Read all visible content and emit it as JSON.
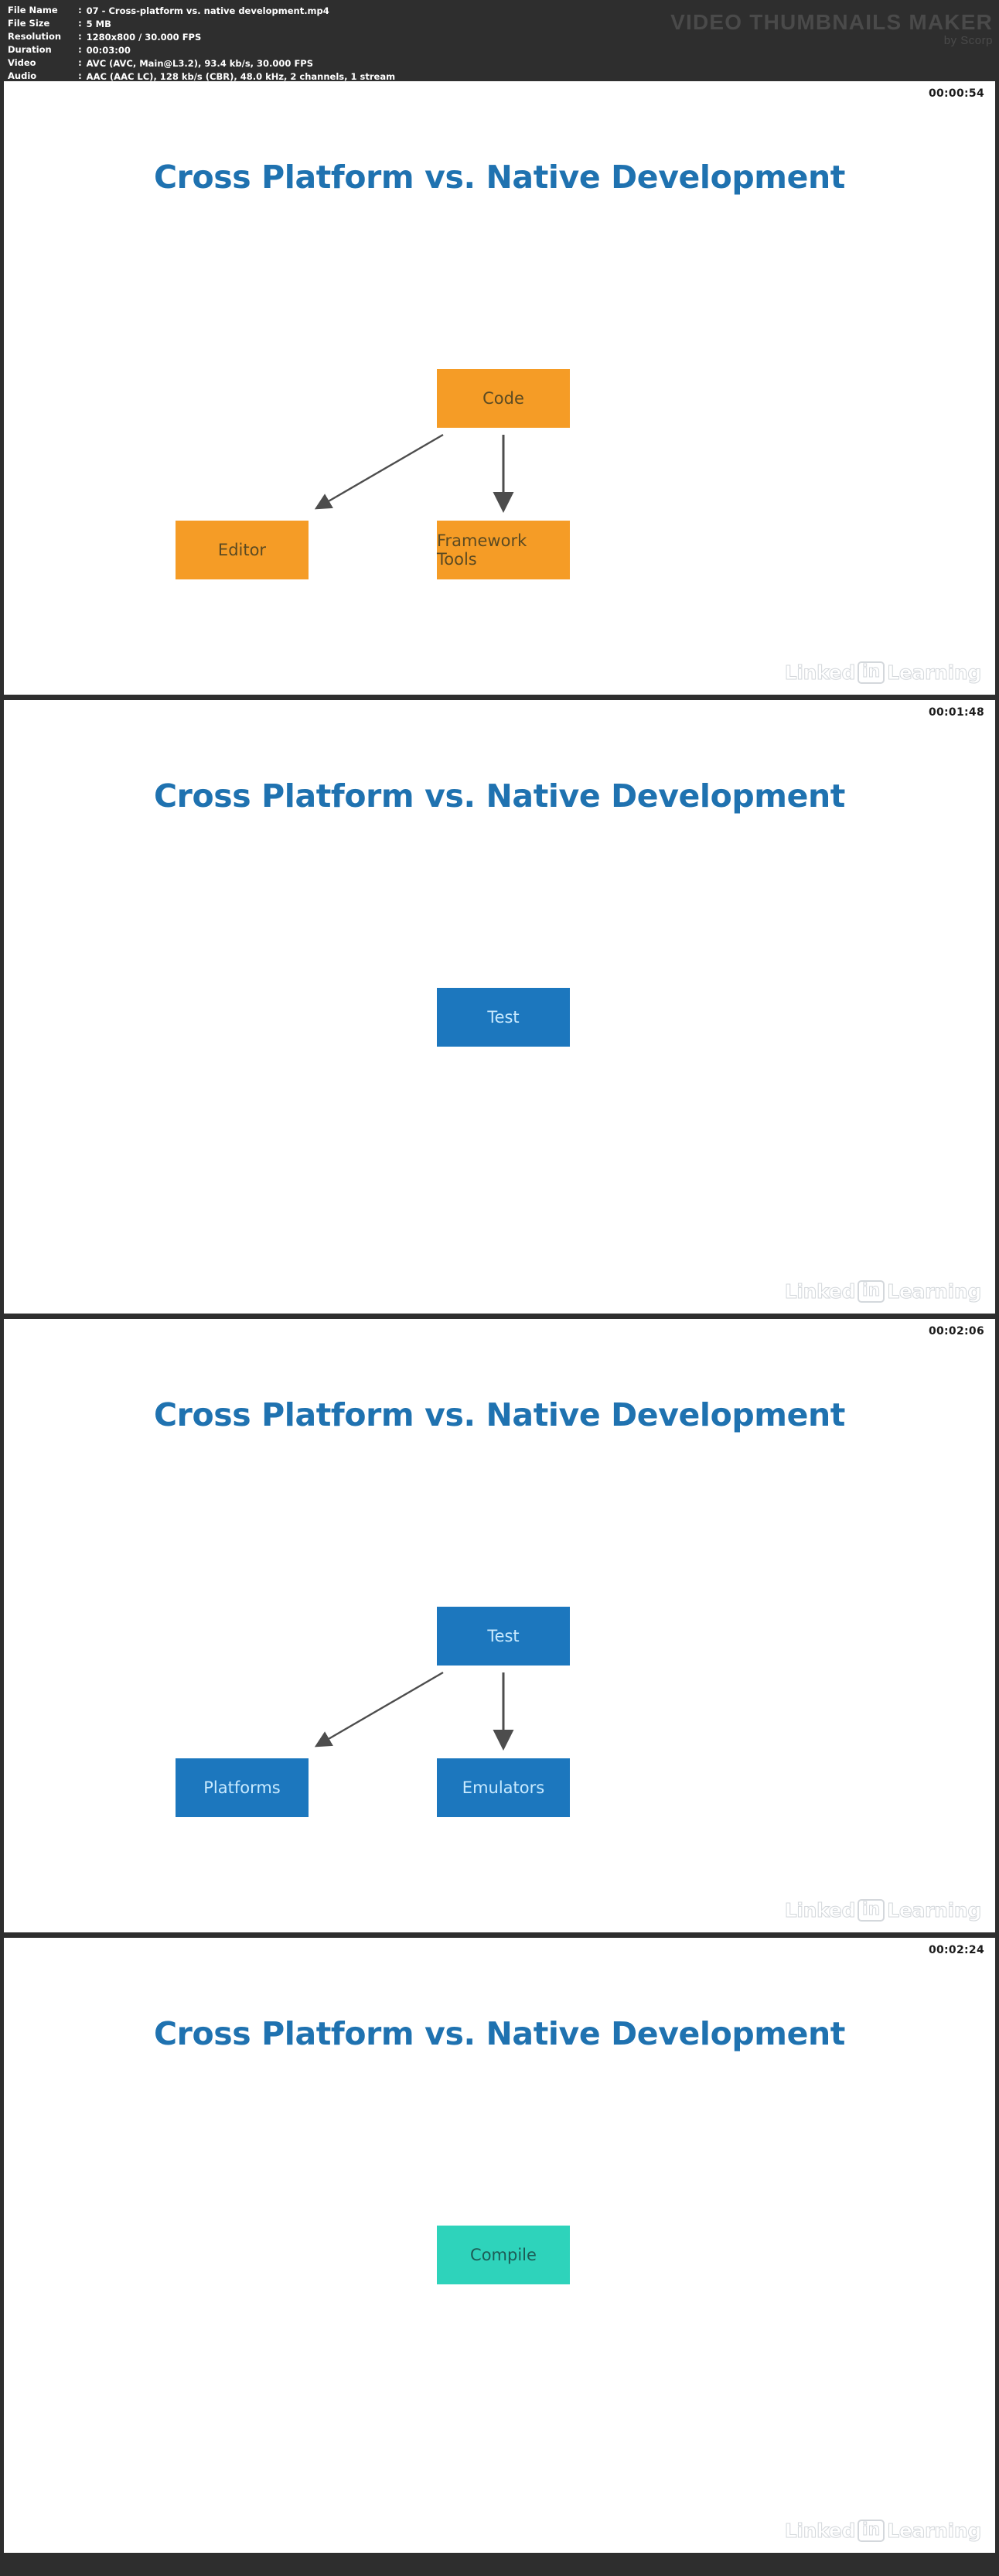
{
  "header": {
    "brand_title": "VIDEO THUMBNAILS MAKER",
    "brand_subtitle": "by Scorp",
    "metadata": [
      {
        "label": "File Name",
        "value": "07 - Cross-platform vs. native development.mp4"
      },
      {
        "label": "File Size",
        "value": "5 MB"
      },
      {
        "label": "Resolution",
        "value": "1280x800 / 30.000 FPS"
      },
      {
        "label": "Duration",
        "value": "00:03:00"
      },
      {
        "label": "Video",
        "value": "AVC (AVC, Main@L3.2), 93.4 kb/s, 30.000 FPS"
      },
      {
        "label": "Audio",
        "value": "AAC (AAC LC), 128 kb/s (CBR), 48.0 kHz, 2 channels, 1 stream"
      }
    ],
    "colon": ":"
  },
  "watermark": {
    "part1": "Linked",
    "part2": "in",
    "part3": "Learning"
  },
  "colors": {
    "orange": "#f59c26",
    "blue": "#1c77be",
    "teal": "#2ed3bb",
    "title_blue": "#1f72b0",
    "arrow_gray": "#4d4d4d",
    "header_bg": "#2e2e2e"
  },
  "frames": [
    {
      "timestamp": "00:00:54",
      "title": "Cross Platform vs. Native Development",
      "scheme": "orange",
      "nodes": {
        "root": "Code",
        "left": "Editor",
        "right": "Framework Tools"
      },
      "has_branches": true
    },
    {
      "timestamp": "00:01:48",
      "title": "Cross Platform vs. Native Development",
      "scheme": "blue",
      "nodes": {
        "root": "Test",
        "left": "",
        "right": ""
      },
      "has_branches": false
    },
    {
      "timestamp": "00:02:06",
      "title": "Cross Platform vs. Native Development",
      "scheme": "blue",
      "nodes": {
        "root": "Test",
        "left": "Platforms",
        "right": "Emulators"
      },
      "has_branches": true
    },
    {
      "timestamp": "00:02:24",
      "title": "Cross Platform vs. Native Development",
      "scheme": "teal",
      "nodes": {
        "root": "Compile",
        "left": "",
        "right": ""
      },
      "has_branches": false
    }
  ]
}
